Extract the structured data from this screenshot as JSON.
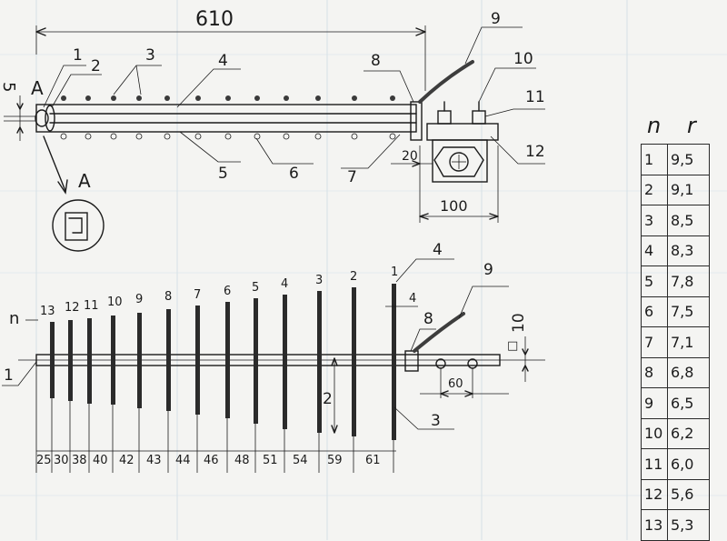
{
  "top_view": {
    "overall_length": "610",
    "marker_a": "A",
    "detail_label": "A",
    "left_dim": "5",
    "callouts": [
      "1",
      "2",
      "3",
      "4",
      "5",
      "6",
      "7",
      "8",
      "9",
      "10",
      "11",
      "12"
    ],
    "dim_20": "20",
    "dim_100": "100"
  },
  "side_view": {
    "row_label": "n",
    "element_numbers": [
      "13",
      "12",
      "11",
      "10",
      "9",
      "8",
      "7",
      "6",
      "5",
      "4",
      "3",
      "2",
      "1"
    ],
    "spacings": [
      "25",
      "30",
      "38",
      "40",
      "42",
      "43",
      "44",
      "46",
      "48",
      "51",
      "54",
      "59",
      "61"
    ],
    "callout_4": "4",
    "width_4": "4",
    "callout_9": "9",
    "callout_8": "8",
    "callout_1": "1",
    "callout_3": "3",
    "gap_2": "2",
    "dim_60": "60",
    "dim_10": "10",
    "square": "□"
  },
  "table": {
    "col_n": "n",
    "col_r": "r",
    "rows": [
      {
        "n": "1",
        "r": "9,5"
      },
      {
        "n": "2",
        "r": "9,1"
      },
      {
        "n": "3",
        "r": "8,5"
      },
      {
        "n": "4",
        "r": "8,3"
      },
      {
        "n": "5",
        "r": "7,8"
      },
      {
        "n": "6",
        "r": "7,5"
      },
      {
        "n": "7",
        "r": "7,1"
      },
      {
        "n": "8",
        "r": "6,8"
      },
      {
        "n": "9",
        "r": "6,5"
      },
      {
        "n": "10",
        "r": "6,2"
      },
      {
        "n": "11",
        "r": "6,0"
      },
      {
        "n": "12",
        "r": "5,6"
      },
      {
        "n": "13",
        "r": "5,3"
      }
    ]
  }
}
